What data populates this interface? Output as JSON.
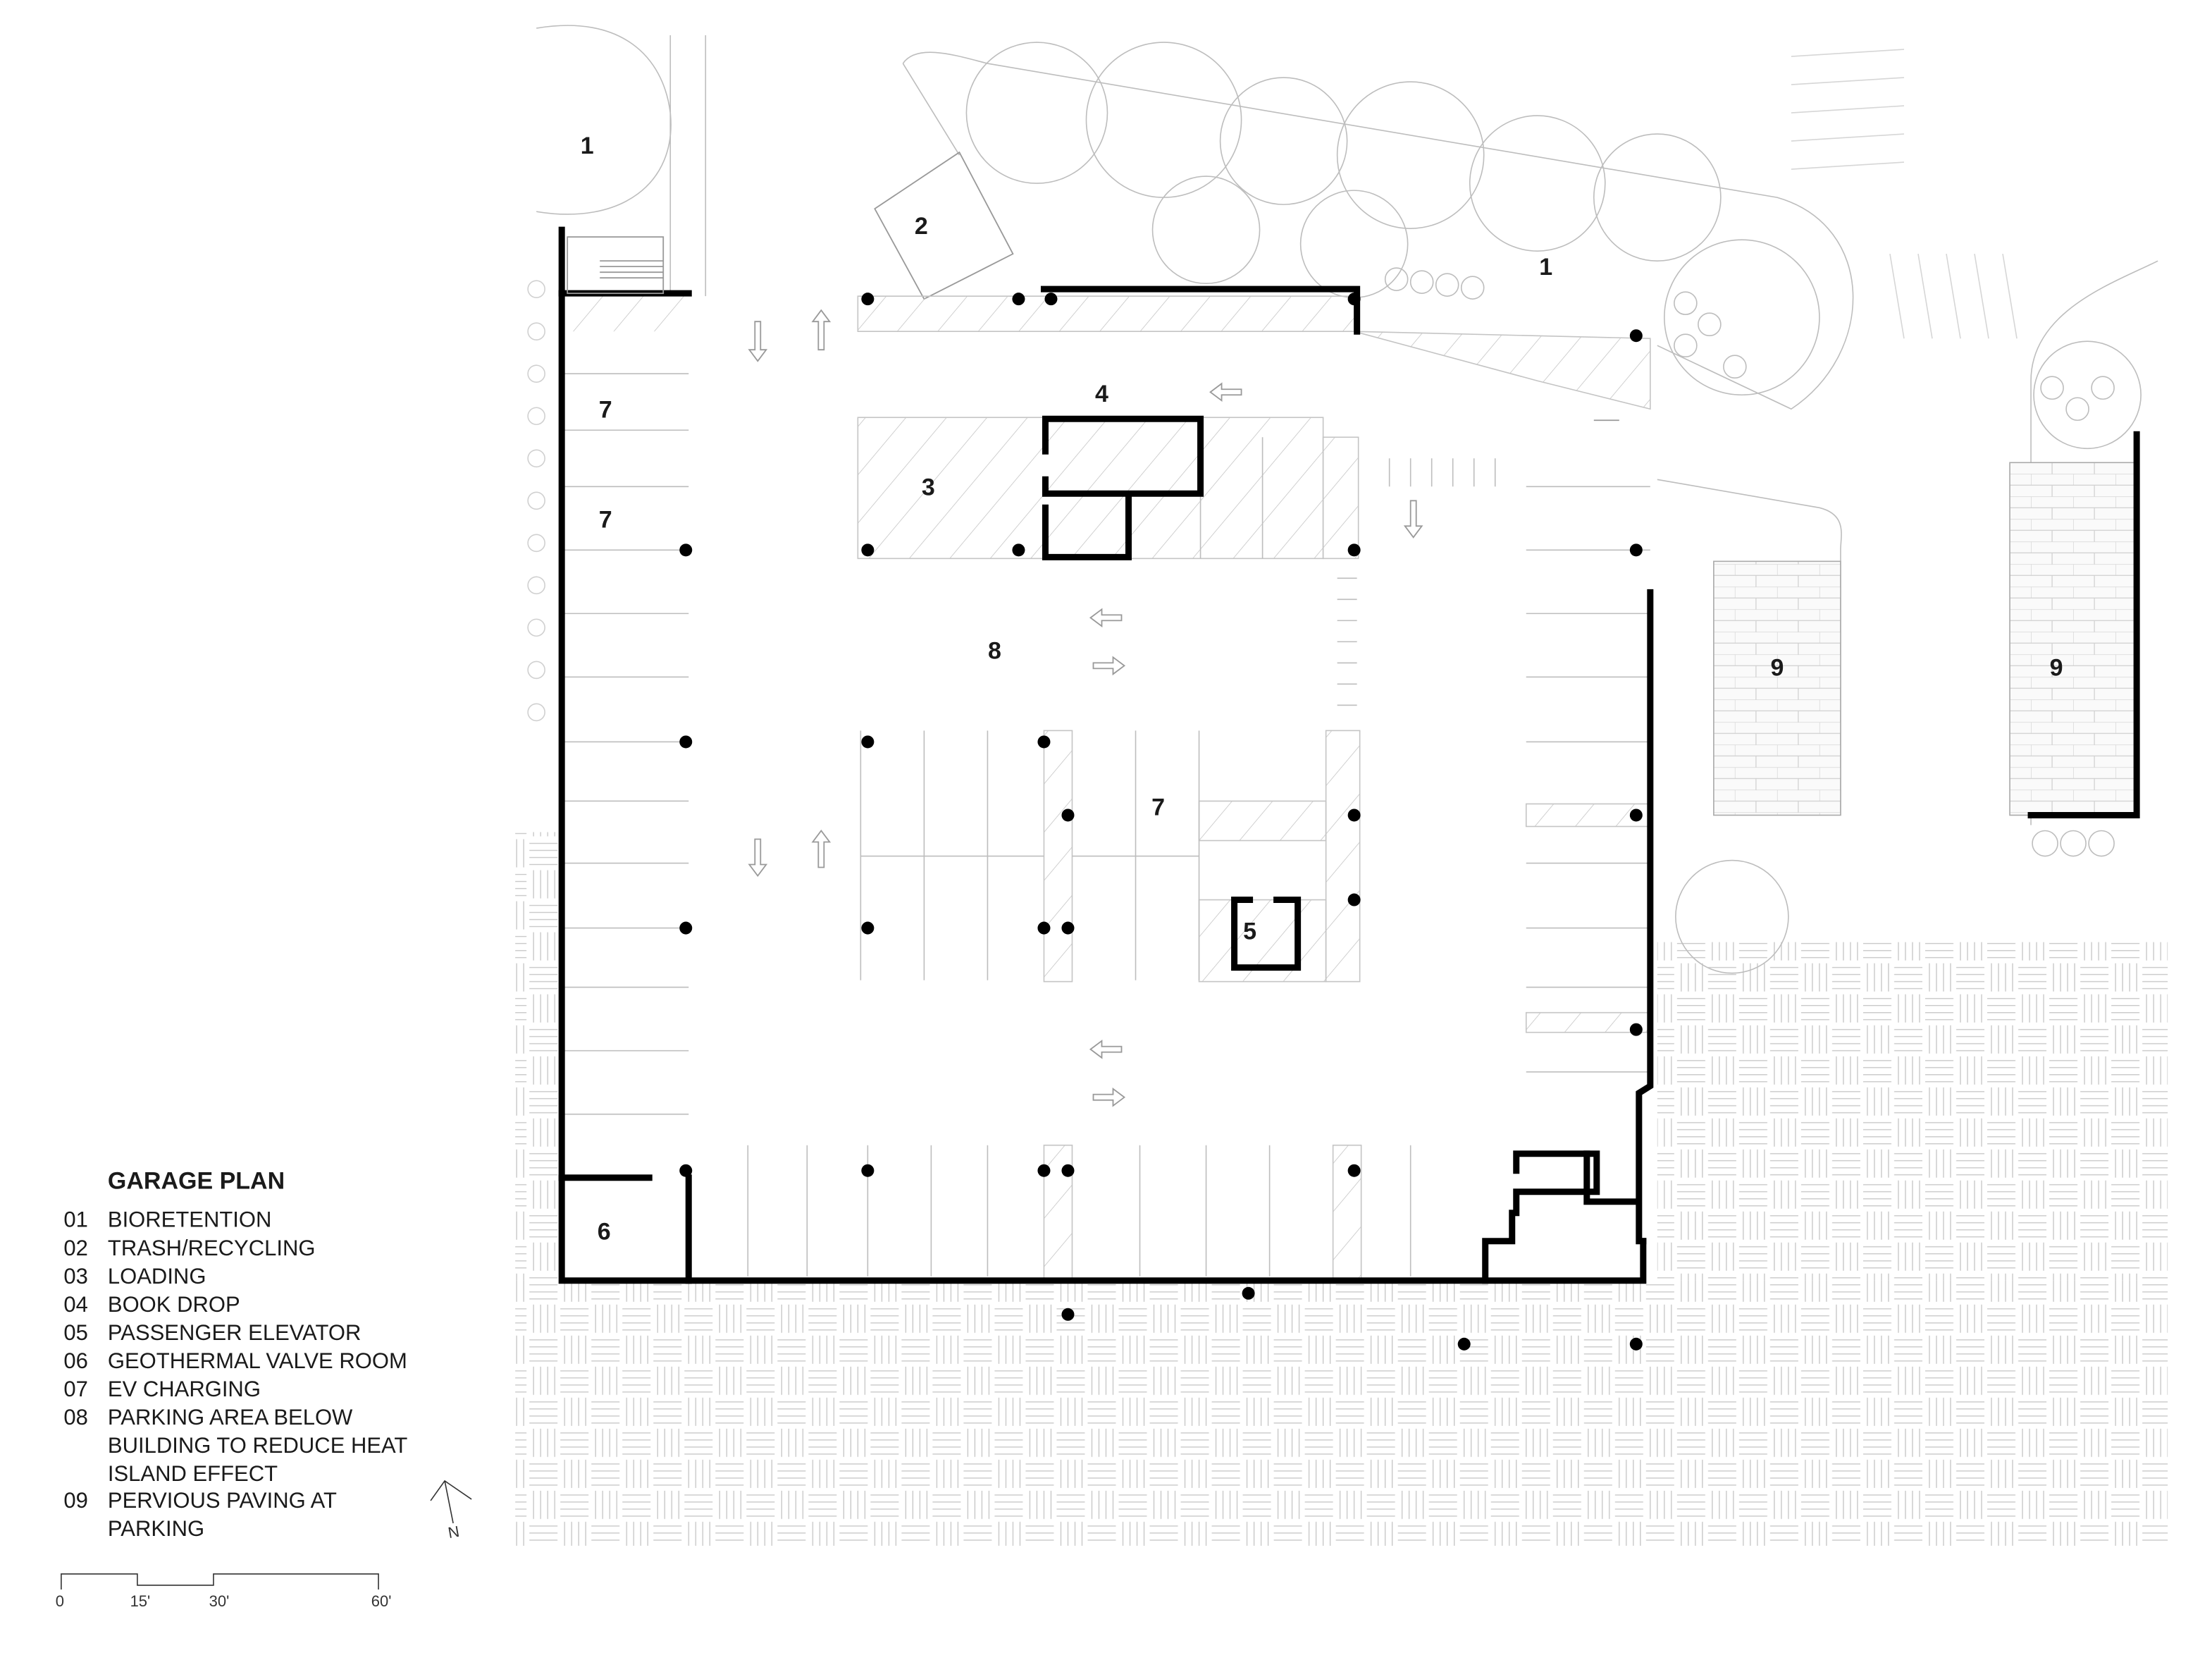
{
  "plan": {
    "labels": [
      {
        "id": "bioretention-nw",
        "text": "1"
      },
      {
        "id": "bioretention-ne",
        "text": "1"
      },
      {
        "id": "trash",
        "text": "2"
      },
      {
        "id": "loading",
        "text": "3"
      },
      {
        "id": "book-drop",
        "text": "4"
      },
      {
        "id": "elevator",
        "text": "5"
      },
      {
        "id": "valve-room",
        "text": "6"
      },
      {
        "id": "ev-1",
        "text": "7"
      },
      {
        "id": "ev-2",
        "text": "7"
      },
      {
        "id": "ev-3",
        "text": "7"
      },
      {
        "id": "parking-below",
        "text": "8"
      },
      {
        "id": "pervious-1",
        "text": "9"
      },
      {
        "id": "pervious-2",
        "text": "9"
      }
    ]
  },
  "legend": {
    "title": "GARAGE PLAN",
    "items": [
      {
        "num": "01",
        "lines": [
          "BIORETENTION"
        ]
      },
      {
        "num": "02",
        "lines": [
          "TRASH/RECYCLING"
        ]
      },
      {
        "num": "03",
        "lines": [
          "LOADING"
        ]
      },
      {
        "num": "04",
        "lines": [
          "BOOK DROP"
        ]
      },
      {
        "num": "05",
        "lines": [
          "PASSENGER ELEVATOR"
        ]
      },
      {
        "num": "06",
        "lines": [
          "GEOTHERMAL VALVE ROOM"
        ]
      },
      {
        "num": "07",
        "lines": [
          "EV CHARGING"
        ]
      },
      {
        "num": "08",
        "lines": [
          "PARKING AREA BELOW",
          "BUILDING TO REDUCE HEAT",
          "ISLAND EFFECT"
        ]
      },
      {
        "num": "09",
        "lines": [
          "PERVIOUS PAVING AT",
          "PARKING"
        ]
      }
    ]
  },
  "north": "N",
  "scale": {
    "ticks": [
      "0",
      "15'",
      "30'",
      "60'"
    ]
  },
  "colors": {
    "wall": "#000000",
    "linework": "#bdbdbd"
  }
}
